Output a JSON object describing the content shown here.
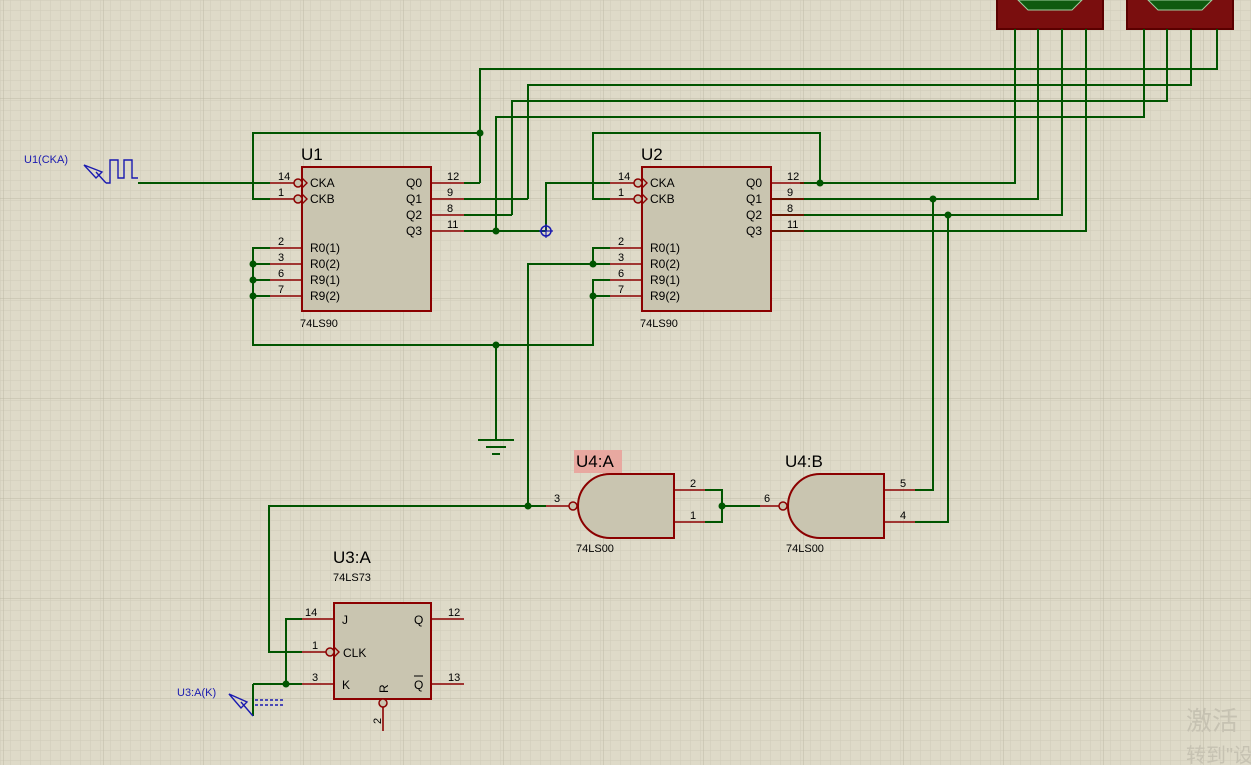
{
  "components": {
    "u1": {
      "ref": "U1",
      "part": "74LS90",
      "pins_left": [
        {
          "num": "14",
          "label": "CKA"
        },
        {
          "num": "1",
          "label": "CKB"
        },
        {
          "num": "2",
          "label": "R0(1)"
        },
        {
          "num": "3",
          "label": "R0(2)"
        },
        {
          "num": "6",
          "label": "R9(1)"
        },
        {
          "num": "7",
          "label": "R9(2)"
        }
      ],
      "pins_right": [
        {
          "num": "12",
          "label": "Q0"
        },
        {
          "num": "9",
          "label": "Q1"
        },
        {
          "num": "8",
          "label": "Q2"
        },
        {
          "num": "11",
          "label": "Q3"
        }
      ]
    },
    "u2": {
      "ref": "U2",
      "part": "74LS90",
      "pins_left": [
        {
          "num": "14",
          "label": "CKA"
        },
        {
          "num": "1",
          "label": "CKB"
        },
        {
          "num": "2",
          "label": "R0(1)"
        },
        {
          "num": "3",
          "label": "R0(2)"
        },
        {
          "num": "6",
          "label": "R9(1)"
        },
        {
          "num": "7",
          "label": "R9(2)"
        }
      ],
      "pins_right": [
        {
          "num": "12",
          "label": "Q0"
        },
        {
          "num": "9",
          "label": "Q1"
        },
        {
          "num": "8",
          "label": "Q2"
        },
        {
          "num": "11",
          "label": "Q3"
        }
      ]
    },
    "u4a": {
      "ref": "U4:A",
      "part": "74LS00",
      "pin_out": "3",
      "pin_in1": "2",
      "pin_in2": "1"
    },
    "u4b": {
      "ref": "U4:B",
      "part": "74LS00",
      "pin_out": "6",
      "pin_in1": "5",
      "pin_in2": "4"
    },
    "u3a": {
      "ref": "U3:A",
      "part": "74LS73",
      "pins_left": [
        {
          "num": "14",
          "label": "J"
        },
        {
          "num": "1",
          "label": "CLK"
        },
        {
          "num": "3",
          "label": "K"
        }
      ],
      "pins_right": [
        {
          "num": "12",
          "label": "Q"
        },
        {
          "num": "13",
          "label": "Q"
        }
      ],
      "pin_bottom": {
        "num": "2",
        "label": "R"
      }
    }
  },
  "terminals": {
    "clock_source": "U1(CKA)",
    "logic_source": "U3:A(K)"
  },
  "colors": {
    "background": "#dedac8",
    "wire": "#005500",
    "component_outline": "#8b0000",
    "component_fill": "#c9c5b0",
    "terminal_label": "#1a1ab0",
    "selected_highlight": "#e8a8a0"
  },
  "watermark": {
    "line1": "激活",
    "line2": "转到\"设"
  }
}
